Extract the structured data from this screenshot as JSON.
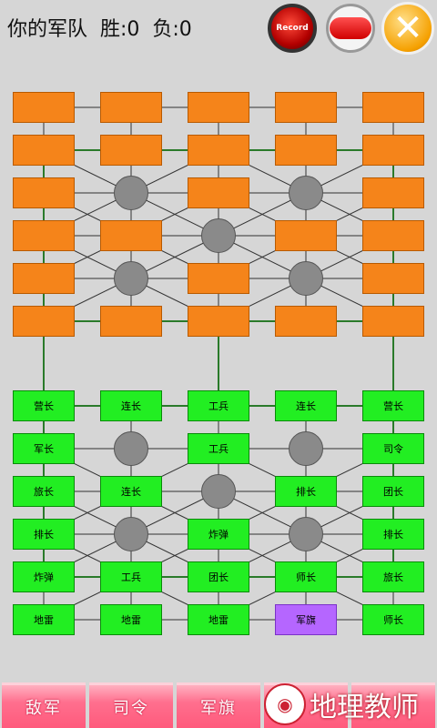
{
  "header": {
    "title": "你的军队  胜:0  负:0",
    "record_button_label": "Record",
    "close_symbol": "✕"
  },
  "board": {
    "enemy_rows": [
      [
        "",
        "",
        "",
        "",
        ""
      ],
      [
        "",
        "",
        "",
        "",
        ""
      ],
      [
        "",
        null,
        "",
        null,
        ""
      ],
      [
        "",
        "",
        null,
        "",
        ""
      ],
      [
        "",
        null,
        "",
        null,
        ""
      ],
      [
        "",
        "",
        "",
        "",
        ""
      ]
    ],
    "own_rows": [
      [
        "营长",
        "连长",
        "工兵",
        "连长",
        "营长"
      ],
      [
        "军长",
        null,
        "工兵",
        null,
        "司令"
      ],
      [
        "旅长",
        "连长",
        null,
        "排长",
        "团长"
      ],
      [
        "排长",
        null,
        "炸弹",
        null,
        "排长"
      ],
      [
        "炸弹",
        "工兵",
        "团长",
        "师长",
        "旅长"
      ],
      [
        "地雷",
        "地雷",
        "地雷",
        "军旗",
        "师长"
      ]
    ],
    "flag_label": "军旗",
    "colors": {
      "enemy": "#f5841a",
      "own": "#22ee22",
      "flag": "#b566ff",
      "camp": "#8a8a8a",
      "railway": "#2a7a2a",
      "road": "#333333"
    }
  },
  "bottom_bar": {
    "tabs": [
      "敌军",
      "司令",
      "军旗",
      "",
      ""
    ]
  },
  "watermark": {
    "text": "地理教师"
  }
}
